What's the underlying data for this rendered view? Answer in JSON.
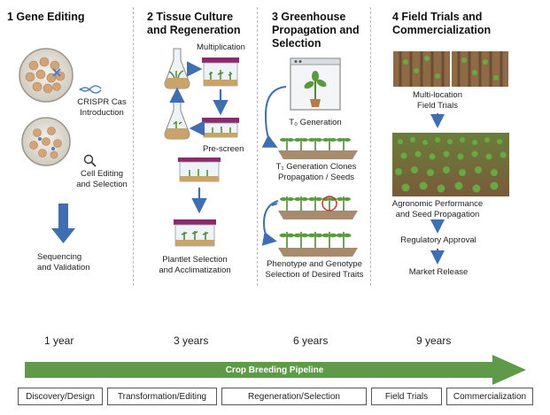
{
  "columns": [
    {
      "heading_line1": "1 Gene Editing",
      "heading_line2": ""
    },
    {
      "heading_line1": "2 Tissue Culture",
      "heading_line2": "and Regeneration"
    },
    {
      "heading_line1": "3 Greenhouse",
      "heading_line2": "Propagation and",
      "heading_line3": "Selection"
    },
    {
      "heading_line1": "4 Field Trials and",
      "heading_line2": "Commercialization"
    }
  ],
  "col1": {
    "crispr_1": "CRISPR Cas",
    "crispr_2": "Introduction",
    "cell_1": "Cell Editing",
    "cell_2": "and Selection",
    "seq_1": "Sequencing",
    "seq_2": "and Validation"
  },
  "col2": {
    "multiplication": "Multiplication",
    "prescreen": "Pre-screen",
    "plantlet_1": "Plantlet Selection",
    "plantlet_2": "and Acclimatization"
  },
  "col3": {
    "t0": "T₀ Generation",
    "t1_1": "T₁ Generation Clones",
    "t1_2": "Propagation / Seeds",
    "pheno_1": "Phenotype and Genotype",
    "pheno_2": "Selection of Desired Traits"
  },
  "col4": {
    "multi_1": "Multi-location",
    "multi_2": "Field Trials",
    "agro_1": "Agronomic Performance",
    "agro_2": "and Seed Propagation",
    "regulatory": "Regulatory Approval",
    "market": "Market Release"
  },
  "timeline": {
    "years": [
      "1 year",
      "3 years",
      "6 years",
      "9 years"
    ],
    "pipeline_label": "Crop Breeding Pipeline",
    "stages": [
      "Discovery/Design",
      "Transformation/Editing",
      "Regeneration/Selection",
      "Field Trials",
      "Commercialization"
    ]
  },
  "colors": {
    "pipeline_green": "#5e9a48",
    "arrow_blue": "#3f6fb0",
    "plant_green": "#4f8a35",
    "lid_purple": "#8a2b6e",
    "soil_brown": "#a78b6e",
    "dish_tan": "#d9b28a"
  }
}
